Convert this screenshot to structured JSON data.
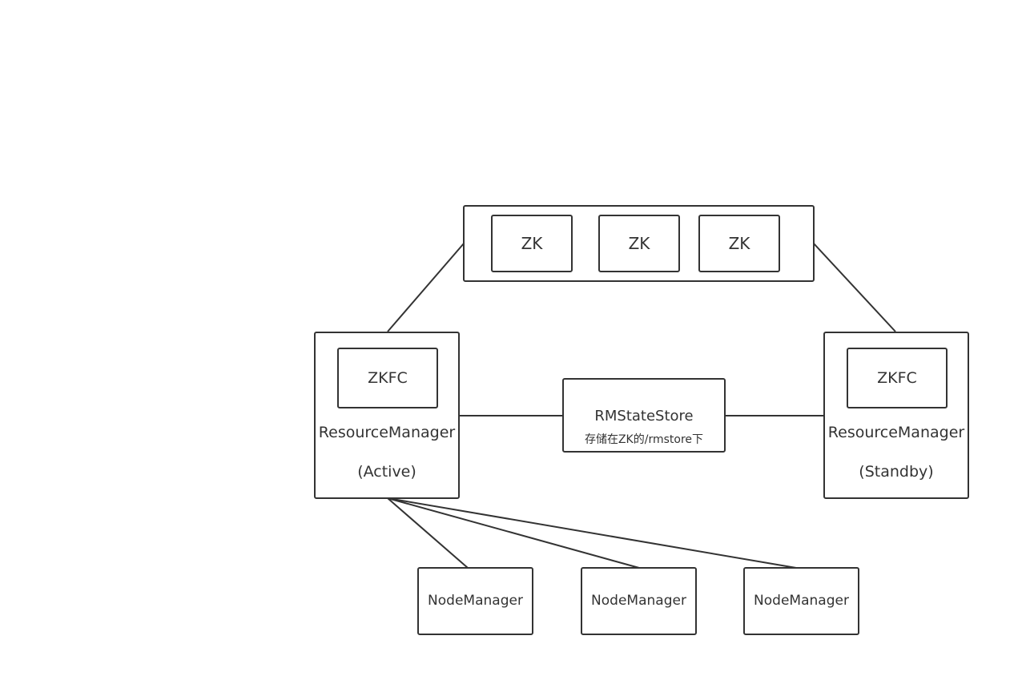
{
  "zk_cluster": {
    "nodes": [
      {
        "label": "ZK"
      },
      {
        "label": "ZK"
      },
      {
        "label": "ZK"
      }
    ]
  },
  "rm_active": {
    "zkfc_label": "ZKFC",
    "name": "ResourceManager",
    "role": "(Active)"
  },
  "rm_standby": {
    "zkfc_label": "ZKFC",
    "name": "ResourceManager",
    "role": "(Standby)"
  },
  "state_store": {
    "title": "RMStateStore",
    "note": "存储在ZK的/rmstore下"
  },
  "node_managers": [
    {
      "label": "NodeManager"
    },
    {
      "label": "NodeManager"
    },
    {
      "label": "NodeManager"
    }
  ]
}
